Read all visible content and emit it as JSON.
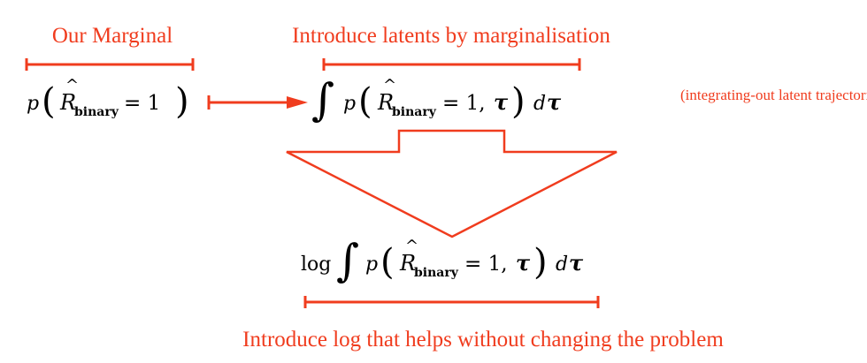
{
  "colors": {
    "accent": "#f03c1e",
    "text": "#000000",
    "background": "#ffffff"
  },
  "labels": {
    "marginal": "Our Marginal",
    "introduce_latents": "Introduce latents by marginalisation",
    "integrating_note": "(integrating-out latent trajectories)",
    "introduce_log": "Introduce log that helps without changing the problem"
  },
  "math": {
    "eq1": {
      "p": "p",
      "lparen": "(",
      "rparen": ")",
      "r_symbol": "R",
      "r_hat": "^",
      "r_subscript": "binary",
      "rhs": "= 1"
    },
    "eq2": {
      "integral": "∫",
      "p": "p",
      "lparen": "(",
      "rparen": ")",
      "r_symbol": "R",
      "r_hat": "^",
      "r_subscript": "binary",
      "rhs": "= 1,",
      "tau": "τ",
      "d": "d",
      "d_tau": "τ"
    },
    "eq3": {
      "log": "log",
      "integral": "∫",
      "p": "p",
      "lparen": "(",
      "rparen": ")",
      "r_symbol": "R",
      "r_hat": "^",
      "r_subscript": "binary",
      "rhs": "= 1,",
      "tau": "τ",
      "d": "d",
      "d_tau": "τ"
    }
  }
}
